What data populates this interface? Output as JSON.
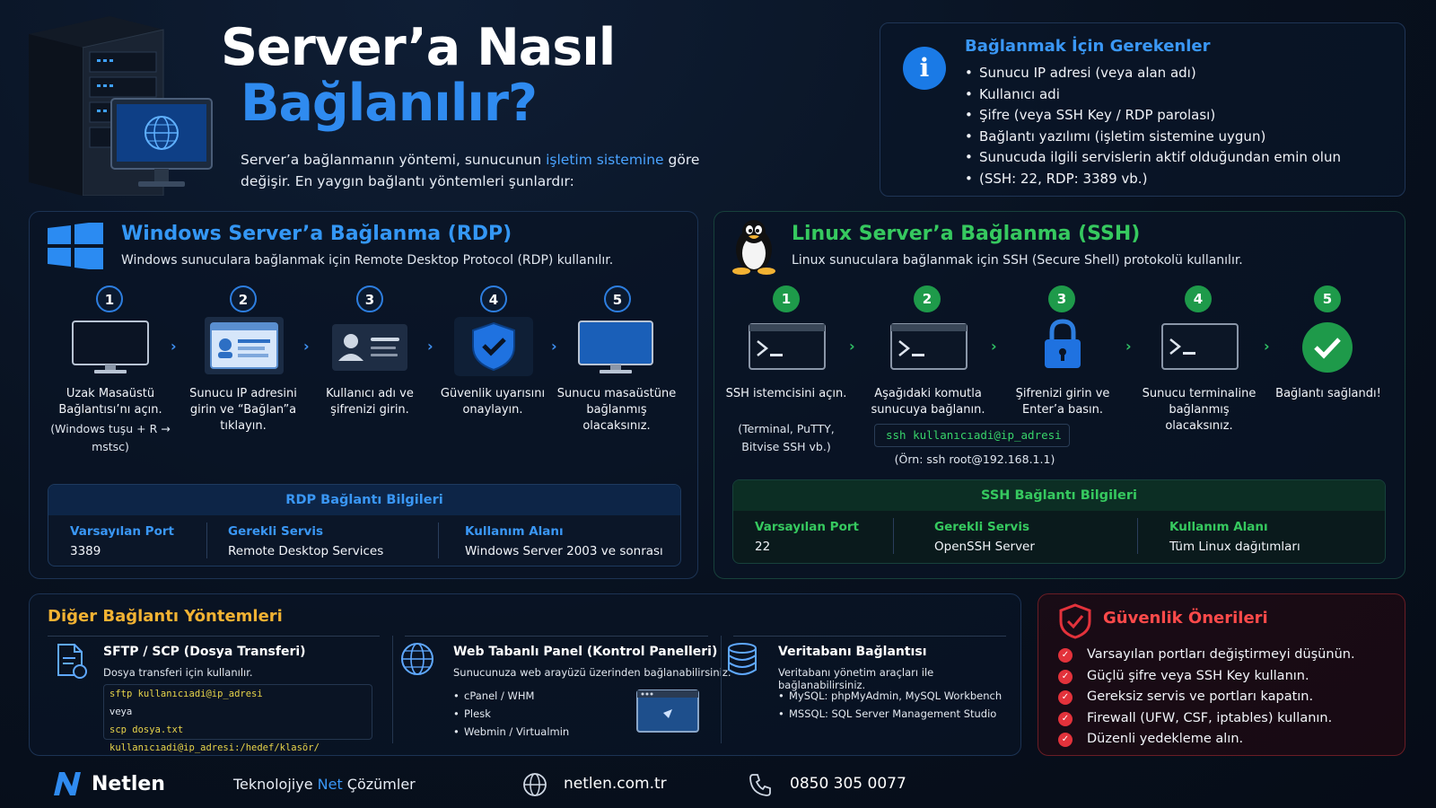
{
  "hero": {
    "title_line1": "Server’a Nasıl",
    "title_line2": "Bağlanılır?",
    "desc_part1": "Server’a bağlanmanın yöntemi, sunucunun ",
    "desc_highlight": "işletim sistemine",
    "desc_part2": " göre değişir. En yaygın bağlantı yöntemleri şunlardır:"
  },
  "requirements": {
    "title": "Bağlanmak İçin Gerekenler",
    "items": [
      "Sunucu IP adresi (veya alan adı)",
      "Kullanıcı adi",
      "Şifre (veya SSH Key / RDP parolası)",
      "Bağlantı yazılımı (işletim sistemine uygun)",
      "Sunucuda ilgili servislerin aktif olduğundan emin olun",
      "(SSH: 22, RDP: 3389 vb.)"
    ]
  },
  "windows": {
    "title": "Windows Server’a Bağlanma (RDP)",
    "subtitle": "Windows sunuculara bağlanmak için Remote Desktop Protocol (RDP) kullanılır.",
    "steps": [
      {
        "num": "1",
        "text": "Uzak Masaüstü Bağlantısı’nı açın.",
        "note": "(Windows tuşu + R → mstsc)"
      },
      {
        "num": "2",
        "text": "Sunucu IP adresini girin ve “Bağlan”a tıklayın.",
        "note": ""
      },
      {
        "num": "3",
        "text": "Kullanıcı adı ve şifrenizi girin.",
        "note": ""
      },
      {
        "num": "4",
        "text": "Güvenlik uyarısını onaylayın.",
        "note": ""
      },
      {
        "num": "5",
        "text": "Sunucu masaüstüne bağlanmış olacaksınız.",
        "note": ""
      }
    ],
    "info": {
      "title": "RDP Bağlantı Bilgileri",
      "port_label": "Varsayılan Port",
      "port_value": "3389",
      "service_label": "Gerekli Servis",
      "service_value": "Remote Desktop Services",
      "usage_label": "Kullanım Alanı",
      "usage_value": "Windows Server 2003 ve sonrası"
    }
  },
  "linux": {
    "title": "Linux Server’a Bağlanma (SSH)",
    "subtitle": "Linux sunuculara bağlanmak için SSH (Secure Shell) protokolü kullanılır.",
    "steps": [
      {
        "num": "1",
        "text": "SSH istemcisini açın.",
        "note": "(Terminal, PuTTY, Bitvise SSH vb.)"
      },
      {
        "num": "2",
        "text": "Aşağıdaki komutla sunucuya bağlanın.",
        "note": ""
      },
      {
        "num": "3",
        "text": "Şifrenizi girin ve Enter’a basın.",
        "note": ""
      },
      {
        "num": "4",
        "text": "Sunucu terminaline bağlanmış olacaksınız.",
        "note": ""
      },
      {
        "num": "5",
        "text": "Bağlantı sağlandı!",
        "note": ""
      }
    ],
    "command": "ssh kullanıcıadi@ip_adresi",
    "example": "(Örn: ssh root@192.168.1.1)",
    "info": {
      "title": "SSH Bağlantı Bilgileri",
      "port_label": "Varsayılan Port",
      "port_value": "22",
      "service_label": "Gerekli Servis",
      "service_value": "OpenSSH Server",
      "usage_label": "Kullanım Alanı",
      "usage_value": "Tüm Linux dağıtımları"
    }
  },
  "other": {
    "title": "Diğer Bağlantı Yöntemleri",
    "sftp": {
      "title": "SFTP / SCP (Dosya Transferi)",
      "sub": "Dosya transferi için kullanılır.",
      "cmd1": "sftp kullanıcıadi@ip_adresi",
      "or": "veya",
      "cmd2": "scp dosya.txt kullanıcıadi@ip_adresi:/hedef/klasör/"
    },
    "web": {
      "title": "Web Tabanlı Panel (Kontrol Panelleri)",
      "sub": "Sunucunuza web arayüzü üzerinden bağlanabilirsiniz.",
      "items": [
        "cPanel / WHM",
        "Plesk",
        "Webmin / Virtualmin"
      ]
    },
    "db": {
      "title": "Veritabanı Bağlantısı",
      "sub": "Veritabanı yönetim araçları ile bağlanabilirsiniz.",
      "items": [
        "MySQL: phpMyAdmin, MySQL Workbench",
        "MSSQL: SQL Server Management Studio"
      ]
    }
  },
  "security": {
    "title": "Güvenlik Önerileri",
    "items": [
      "Varsayılan portları değiştirmeyi düşünün.",
      "Güçlü şifre veya SSH Key kullanın.",
      "Gereksiz servis ve portları kapatın.",
      "Firewall (UFW, CSF, iptables) kullanın.",
      "Düzenli yedekleme alın."
    ]
  },
  "footer": {
    "brand": "Netlen",
    "slogan_part1": "Teknolojiye ",
    "slogan_net": "Net",
    "slogan_part2": " Çözümler",
    "website": "netlen.com.tr",
    "phone": "0850 305 0077"
  },
  "colors": {
    "accent_blue": "#2f8bf0",
    "accent_green": "#2fbf64",
    "accent_yellow": "#f2b233",
    "accent_red": "#e3323b"
  }
}
